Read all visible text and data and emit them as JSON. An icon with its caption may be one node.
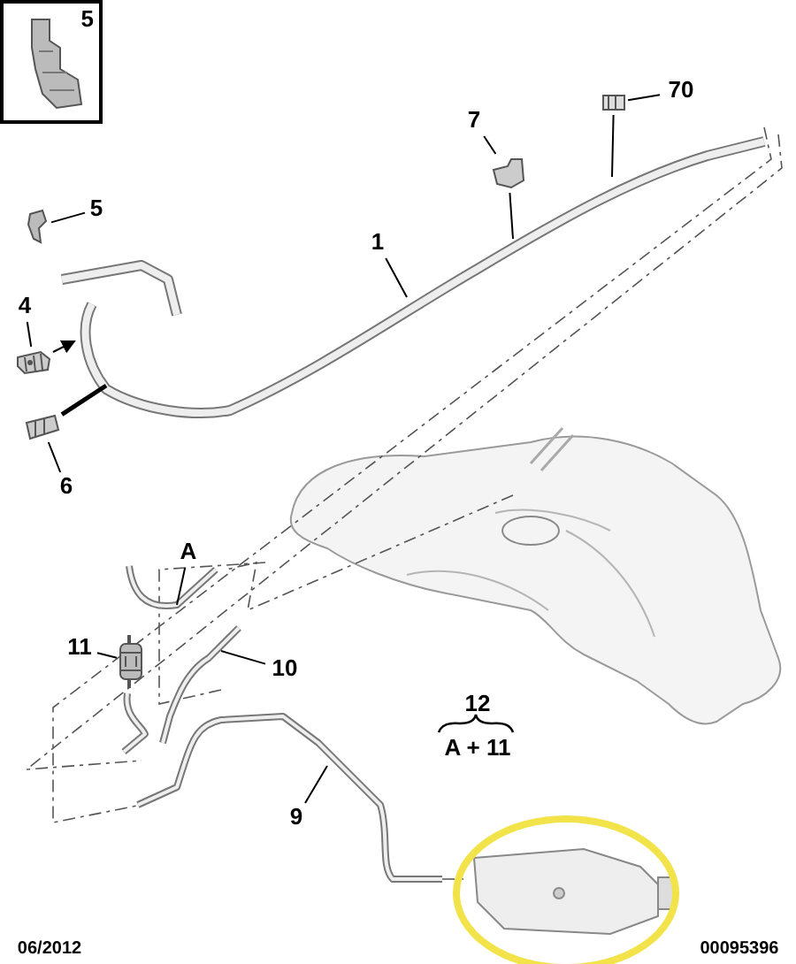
{
  "diagram": {
    "nodes": [
      {
        "text": [
          "5"
        ]
      },
      {
        "text": [
          "70"
        ]
      },
      {
        "text": [],
        "shape": "picture"
      },
      {
        "text": [
          "7"
        ]
      },
      {
        "text": [],
        "shape": "picture"
      },
      {
        "text": [
          "5"
        ]
      },
      {
        "text": [],
        "shape": "picture"
      },
      {
        "text": [
          "1"
        ]
      },
      {
        "text": [
          "4"
        ]
      },
      {
        "text": [],
        "shape": "picture"
      },
      {
        "text": [
          "6"
        ]
      },
      {
        "text": [],
        "shape": "picture"
      },
      {
        "text": [
          "A"
        ]
      },
      {
        "text": [
          "11"
        ]
      },
      {
        "text": [],
        "shape": "picture"
      },
      {
        "text": [
          "10"
        ]
      },
      {
        "text": [
          "9"
        ]
      }
    ],
    "edges": [
      {
        "from": 1,
        "to": 2,
        "arrow": "none"
      },
      {
        "from": 2,
        "to": null,
        "arrow": "none"
      },
      {
        "from": 3,
        "to": 4,
        "arrow": "none"
      },
      {
        "from": 4,
        "to": null,
        "arrow": "none"
      },
      {
        "from": 5,
        "to": 6,
        "arrow": "none"
      },
      {
        "from": 7,
        "to": null,
        "arrow": "none"
      },
      {
        "from": 8,
        "to": 9,
        "arrow": "none"
      },
      {
        "from": 9,
        "to": null,
        "arrow": "to"
      },
      {
        "from": 10,
        "to": 11,
        "arrow": "none"
      },
      {
        "from": 11,
        "to": null,
        "arrow": "none",
        "style": "thick"
      },
      {
        "from": 12,
        "to": null,
        "arrow": "none"
      },
      {
        "from": 13,
        "to": 14,
        "arrow": "none"
      },
      {
        "from": 15,
        "to": null,
        "arrow": "none"
      },
      {
        "from": 16,
        "to": null,
        "arrow": "none"
      }
    ],
    "labels": [
      "12",
      "A + 11",
      "06/2012",
      "00095396"
    ]
  }
}
